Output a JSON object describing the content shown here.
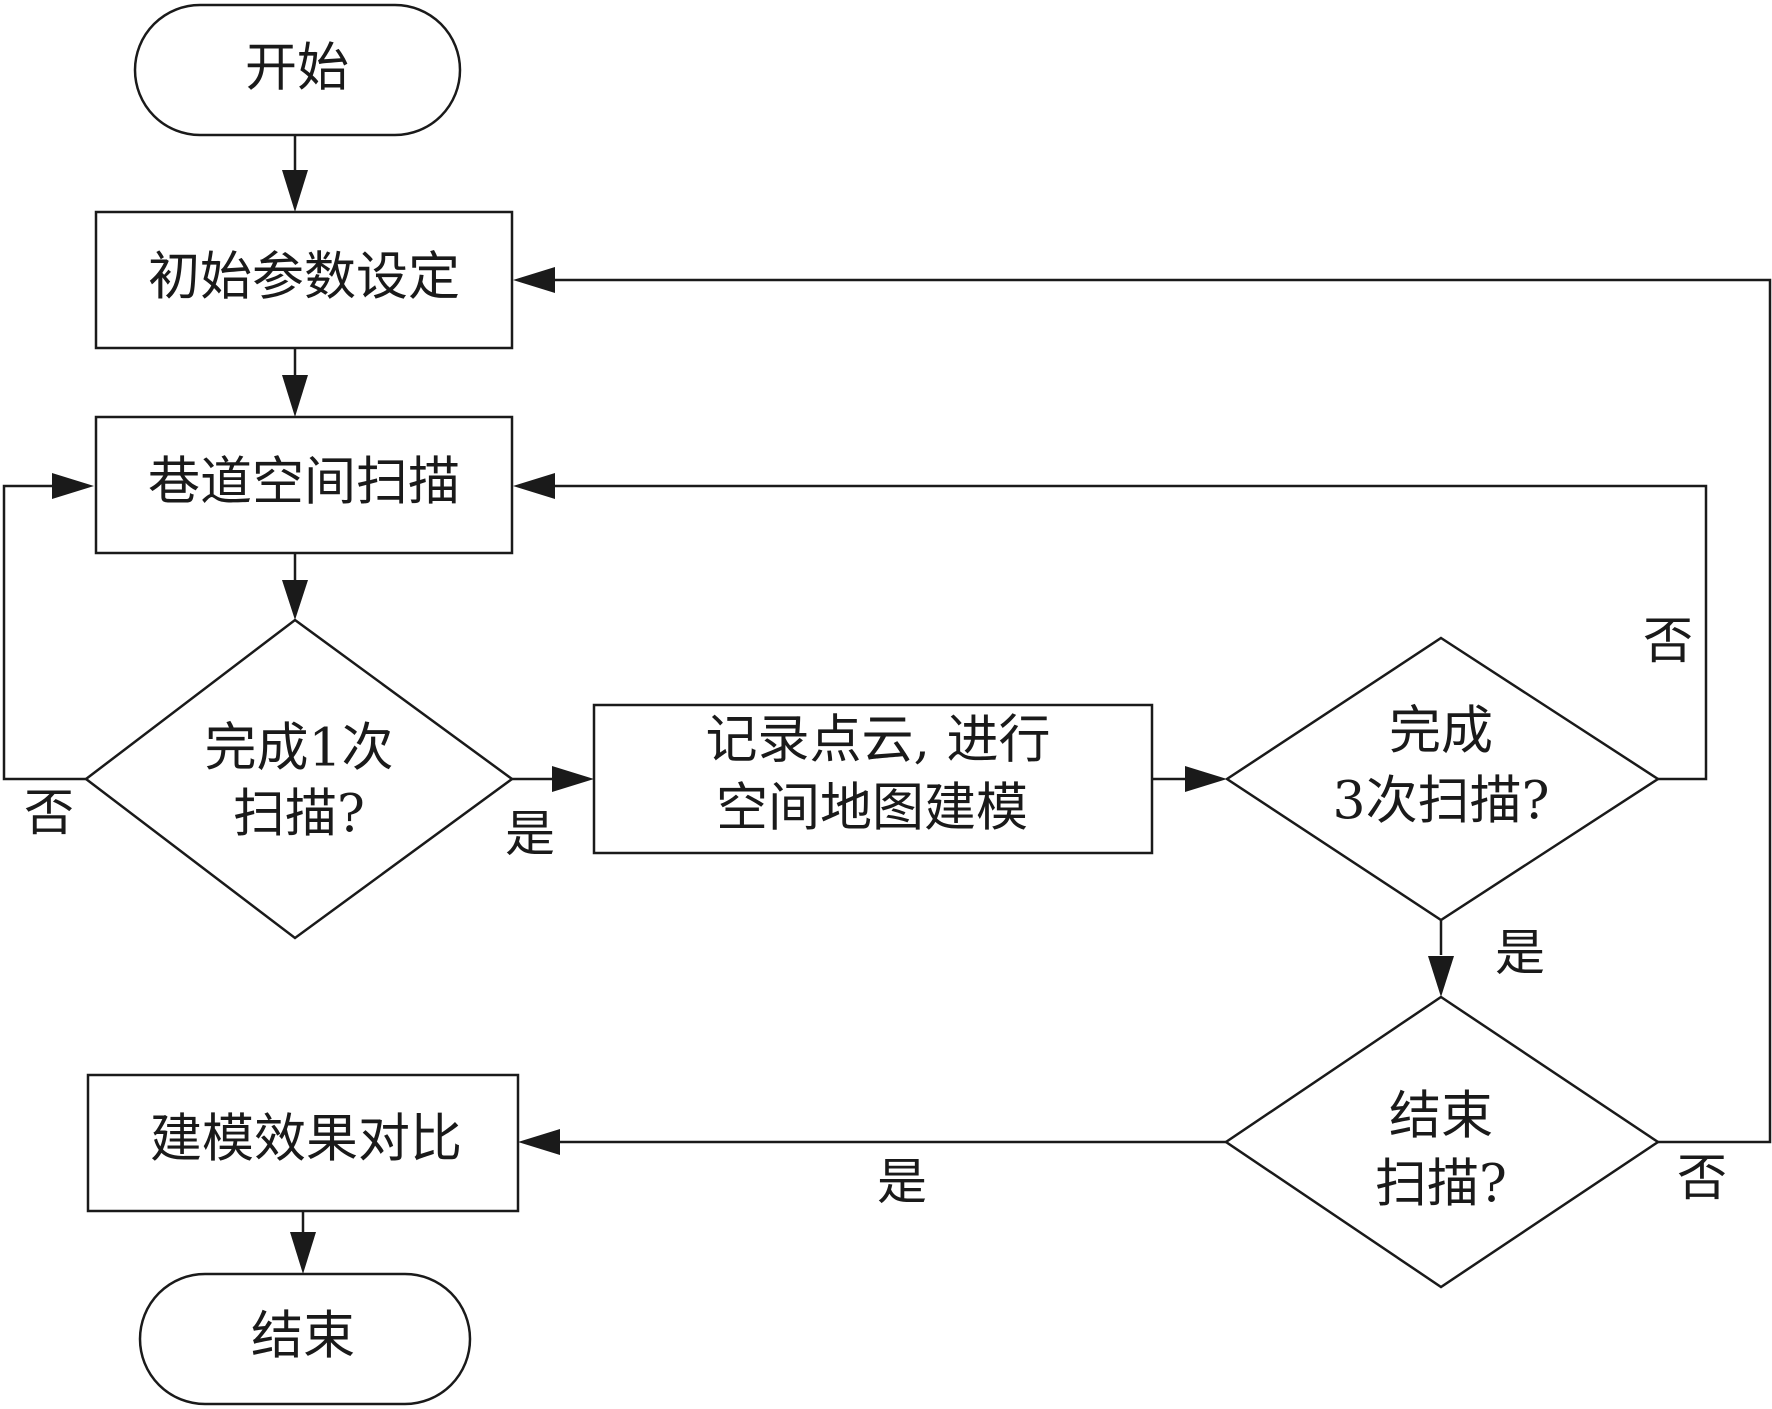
{
  "nodes": {
    "start": "开始",
    "init": "初始参数设定",
    "scan": "巷道空间扫描",
    "decision1": [
      "完成1次",
      "扫描?"
    ],
    "record": [
      "记录点云, 进行",
      "空间地图建模"
    ],
    "decision3": [
      "完成",
      "3次扫描?"
    ],
    "end_decision": [
      "结束",
      "扫描?"
    ],
    "compare": "建模效果对比",
    "end": "结束"
  },
  "edge_labels": {
    "d1_no": "否",
    "d1_yes": "是",
    "d3_no": "否",
    "d3_yes": "是",
    "end_yes": "是",
    "end_no": "否"
  }
}
